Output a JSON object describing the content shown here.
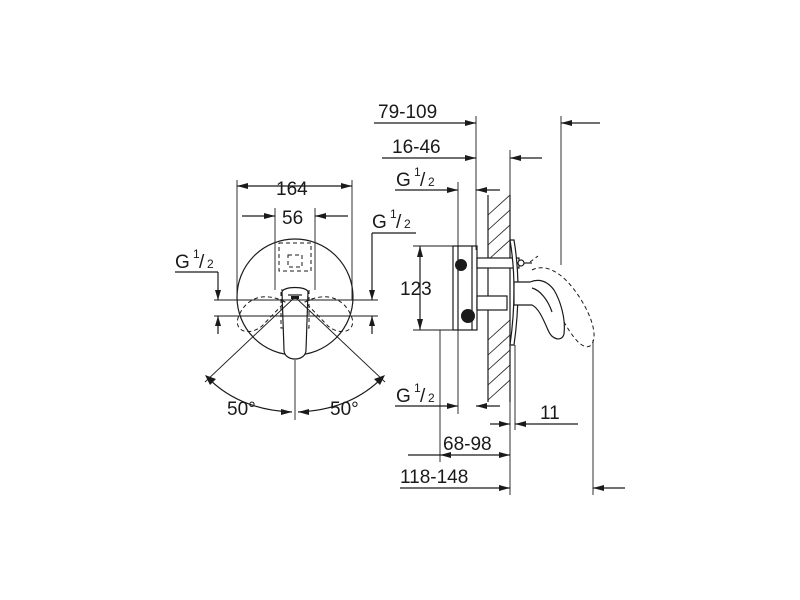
{
  "front_view": {
    "dim_width_outer": "164",
    "dim_width_inner": "56",
    "thread_left": {
      "base": "G",
      "num": "1",
      "den": "2"
    },
    "thread_right": {
      "base": "G",
      "num": "1",
      "den": "2"
    },
    "angle_left": "50°",
    "angle_right": "50°"
  },
  "side_view": {
    "dim_top_1": "79-109",
    "dim_top_2": "16-46",
    "thread_top": {
      "base": "G",
      "num": "1",
      "den": "2"
    },
    "dim_height": "123",
    "thread_bottom": {
      "base": "G",
      "num": "1",
      "den": "2"
    },
    "dim_handle": "11",
    "dim_bottom_1": "68-98",
    "dim_bottom_2": "118-148"
  }
}
